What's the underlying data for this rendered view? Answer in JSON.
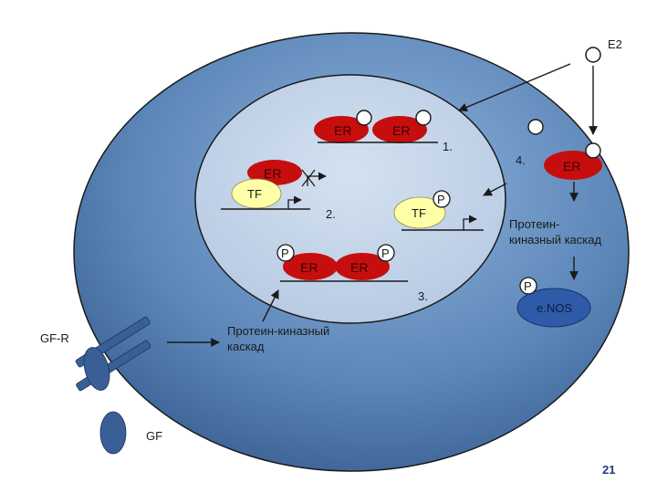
{
  "labels": {
    "e2": "E2",
    "er": "ER",
    "tf": "TF",
    "p": "P",
    "step1": "1.",
    "step2": "2.",
    "step3": "3.",
    "step4": "4.",
    "kinase_right_line1": "Протеин-",
    "kinase_right_line2": "киназный каскад",
    "enos": "e.NOS",
    "kinase_left_line1": "Протеин-киназный",
    "kinase_left_line2": "каскад",
    "gfr": "GF-R",
    "gf": "GF"
  },
  "page_number": "21",
  "colors": {
    "outer_cell": "#5b86b8",
    "outer_cell_dark": "#3f6598",
    "nucleus": "#c2d3e8",
    "er_red": "#c60e0e",
    "tf_yellow": "#ffffa8",
    "receptor_blue": "#3a5f96",
    "enos_blue": "#2f5aa8",
    "page_number": "#1f3f7a"
  }
}
